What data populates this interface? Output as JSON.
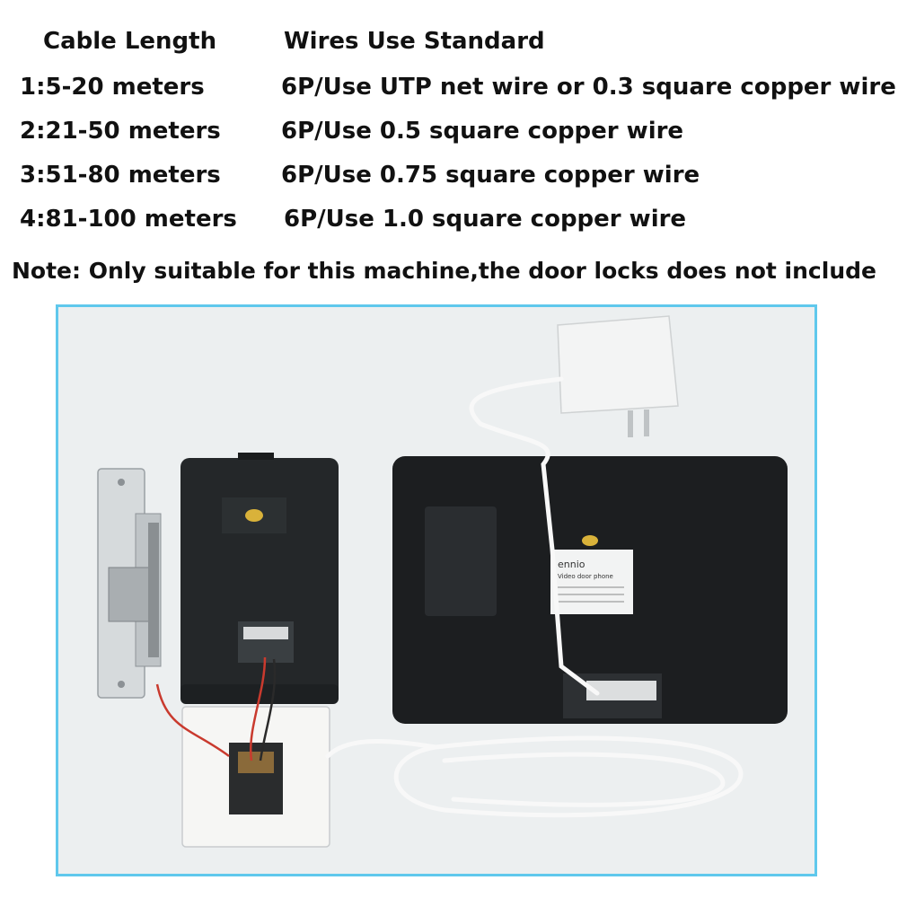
{
  "table": {
    "headers": [
      "Cable Length",
      "Wires Use Standard"
    ],
    "rows": [
      {
        "length": "1:5-20 meters",
        "standard": "6P/Use UTP net wire or 0.3 square copper wire"
      },
      {
        "length": "2:21-50 meters",
        "standard": "6P/Use 0.5 square copper wire"
      },
      {
        "length": "3:51-80 meters",
        "standard": "6P/Use 0.75 square copper wire"
      },
      {
        "length": "4:81-100 meters",
        "standard": "6P/Use 1.0 square copper wire"
      }
    ]
  },
  "note": "Note: Only suitable for this machine,the door locks does not include",
  "photo": {
    "monitor_brand": "ennio",
    "monitor_label": "Video door phone",
    "frame_color": "#5fc8ec"
  }
}
